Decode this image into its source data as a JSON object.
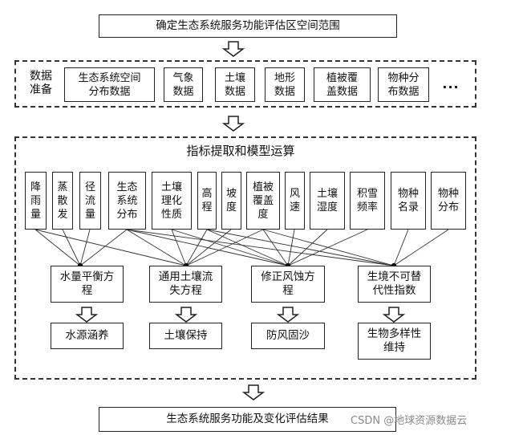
{
  "top_box": "确定生态系统服务功能评估区空间范围",
  "data_section": {
    "label": "数据\n准备",
    "items": [
      "生态系统空间\n分布数据",
      "气象\n数据",
      "土壤\n数据",
      "地形\n数据",
      "植被覆\n盖数据",
      "物种分\n布数据"
    ],
    "more": "..."
  },
  "model_section": {
    "title": "指标提取和模型运算",
    "indicators": [
      "降\n雨\n量",
      "蒸\n散\n发",
      "径\n流\n量",
      "生态\n系统\n分布",
      "土壤\n理化\n性质",
      "高\n程",
      "坡\n度",
      "植被\n覆盖\n度",
      "风\n速",
      "土壤\n湿度",
      "积雪\n频率",
      "物种\n名录",
      "物种\n分布"
    ],
    "models": [
      "水量平衡方\n程",
      "通用土壤流\n失方程",
      "修正风蚀方\n程",
      "生境不可替\n代性指数"
    ],
    "results": [
      "水源涵养",
      "土壤保持",
      "防风固沙",
      "生物多样性\n维持"
    ]
  },
  "bottom_box": "生态系统服务功能及变化评估结果",
  "watermark": "CSDN @地球资源数据云"
}
